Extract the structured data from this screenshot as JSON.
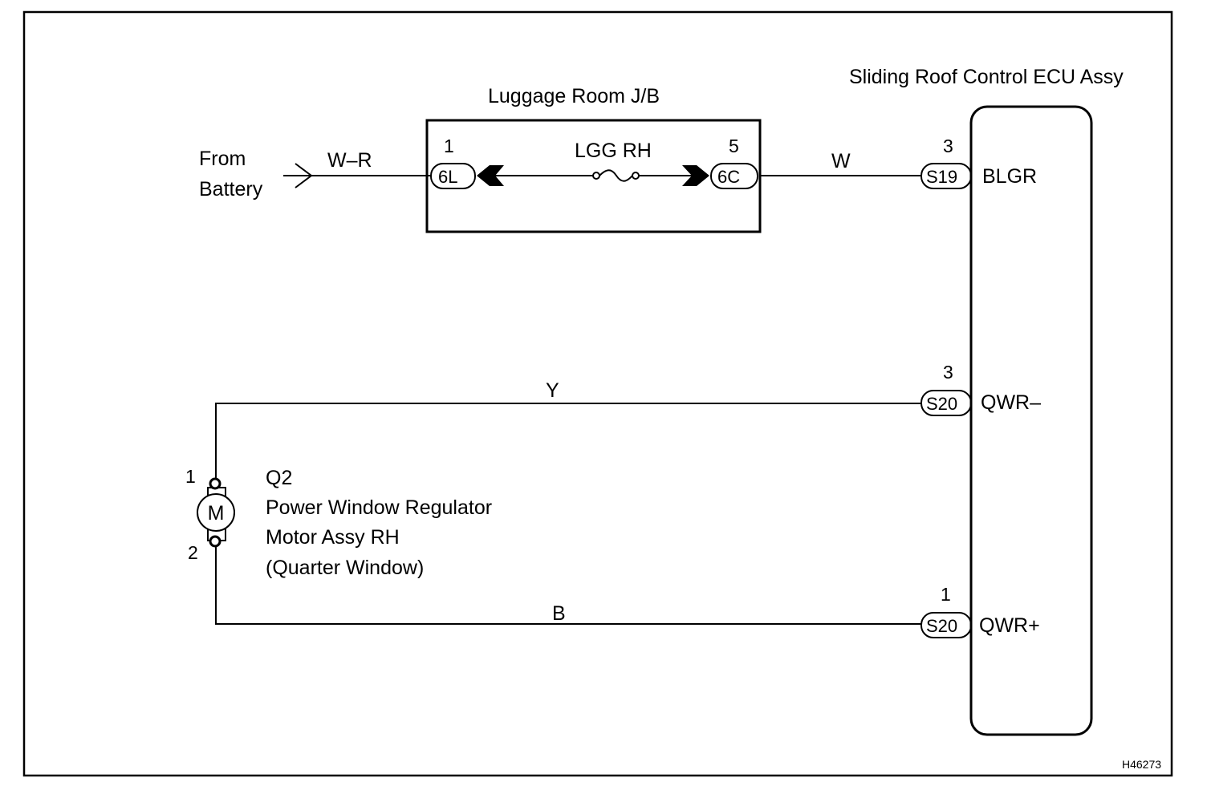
{
  "battery": {
    "label_line1": "From",
    "label_line2": "Battery"
  },
  "junction_block": {
    "title": "Luggage Room J/B",
    "fuse": "LGG RH",
    "in_pin": "1",
    "in_connector": "6L",
    "out_pin": "5",
    "out_connector": "6C"
  },
  "ecu": {
    "title": "Sliding Roof Control ECU Assy",
    "terminals": [
      {
        "pin": "3",
        "connector": "S19",
        "name": "BLGR"
      },
      {
        "pin": "3",
        "connector": "S20",
        "name": "QWR–"
      },
      {
        "pin": "1",
        "connector": "S20",
        "name": "QWR+"
      }
    ]
  },
  "wires": {
    "battery_to_jb": "W–R",
    "jb_to_ecu": "W",
    "qwr_minus": "Y",
    "qwr_plus": "B"
  },
  "motor": {
    "symbol": "M",
    "pin_top": "1",
    "pin_bottom": "2",
    "code": "Q2",
    "name_line1": "Power Window Regulator",
    "name_line2": "Motor Assy RH",
    "name_line3": "(Quarter Window)"
  },
  "figure_id": "H46273"
}
